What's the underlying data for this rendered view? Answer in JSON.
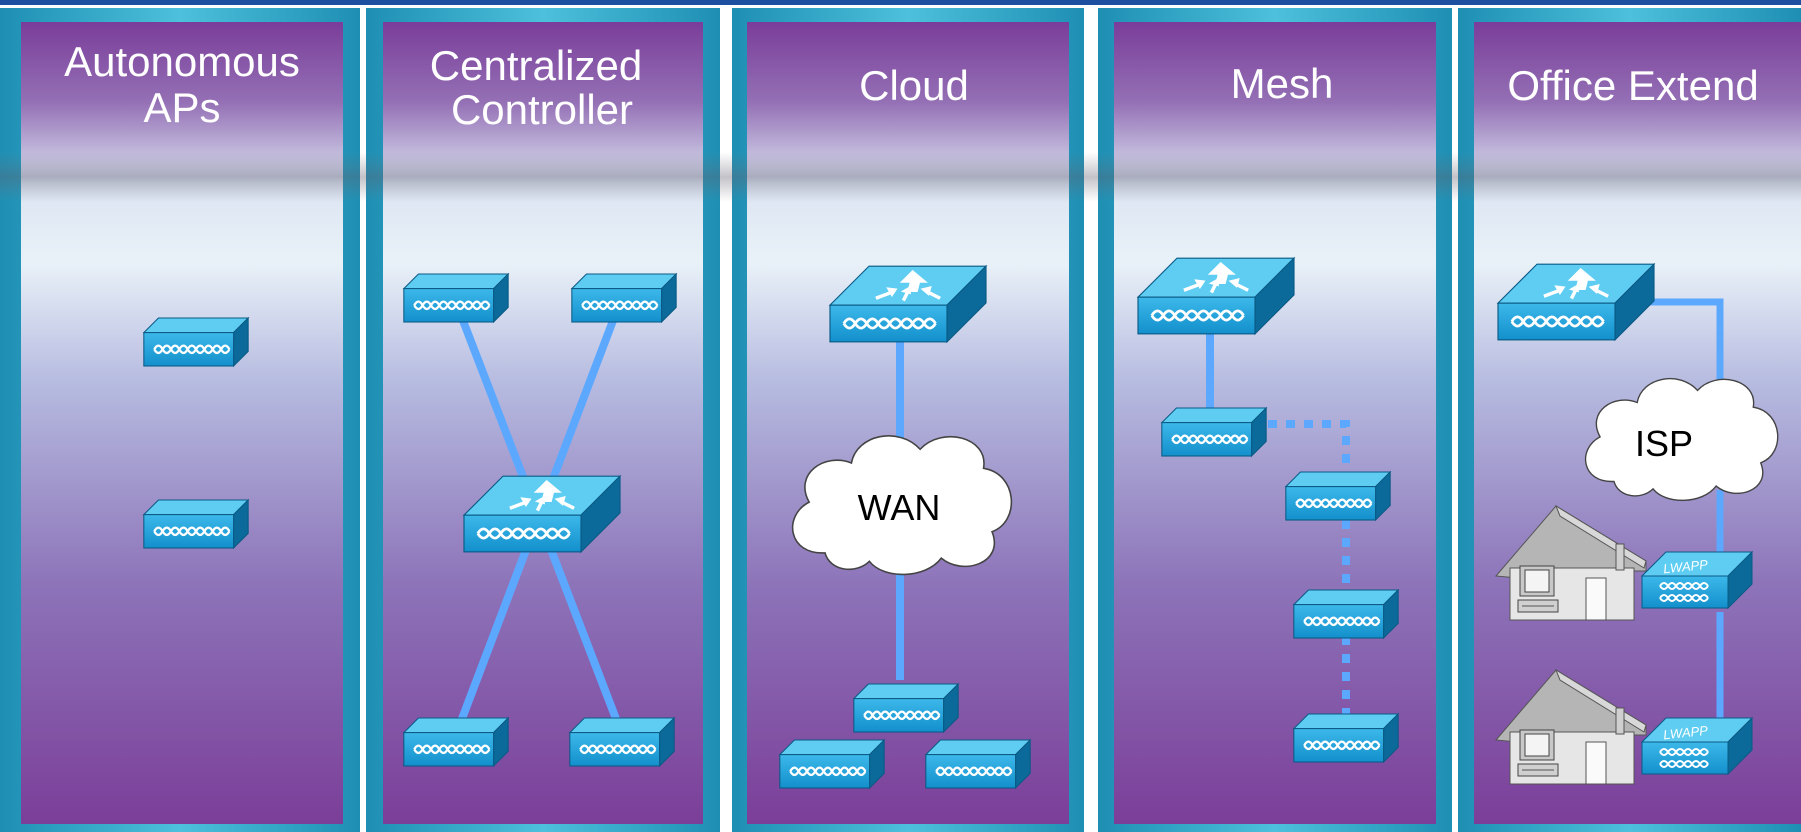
{
  "colors": {
    "frame": "#2aa3c6",
    "panel_top": "#7d3f9c",
    "panel_mid": "#e2eef7",
    "panel_bottom": "#7d3f9c",
    "link": "#5da8ff",
    "device_face": "#1fa7e0",
    "device_top": "#52c8f0",
    "device_side": "#0c6d9c",
    "cloud": "#ffffff",
    "house": "#c8c8c8"
  },
  "columns": [
    {
      "id": "autonomous",
      "title_lines": [
        "Autonomous",
        "APs"
      ]
    },
    {
      "id": "centralized",
      "title_lines": [
        "Centralized",
        "Controller"
      ]
    },
    {
      "id": "cloud",
      "title_lines": [
        "Cloud"
      ]
    },
    {
      "id": "mesh",
      "title_lines": [
        "Mesh"
      ]
    },
    {
      "id": "office-extend",
      "title_lines": [
        "Office Extend"
      ]
    }
  ],
  "clouds": {
    "wan": "WAN",
    "isp": "ISP"
  },
  "device_labels": {
    "lwapp": "LWAPP"
  },
  "icons": {
    "access_point": "access-point-icon",
    "controller": "wireless-controller-icon",
    "cloud": "cloud-icon",
    "house": "home-office-icon",
    "computer": "computer-icon"
  }
}
